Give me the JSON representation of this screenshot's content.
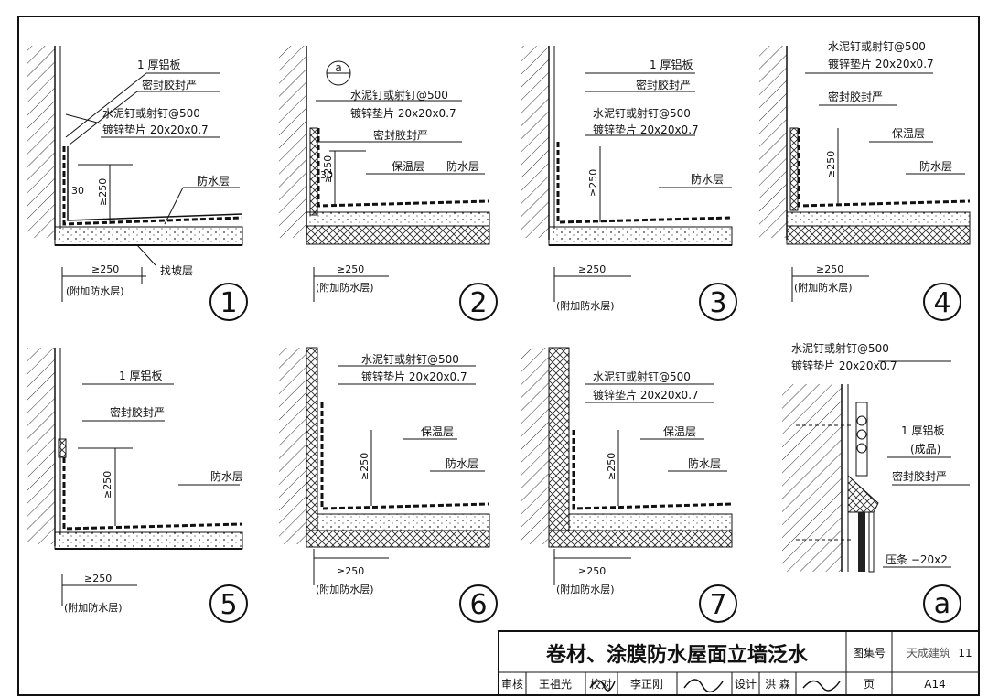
{
  "details": [
    {
      "number": "1",
      "labels": [
        "1 厚铝板",
        "密封胶封严",
        "水泥钉或射钉@500",
        "镀锌垫片 20x20x0.7",
        "防水层",
        "找坡层"
      ],
      "dims": {
        "vertical": "≥250",
        "corner": "30",
        "horizontal": "≥250",
        "horizontal_note": "(附加防水层)"
      }
    },
    {
      "number": "2",
      "labels": [
        "水泥钉或射钉@500",
        "镀锌垫片 20x20x0.7",
        "密封胶封严",
        "保温层",
        "防水层"
      ],
      "ref_mark": "a",
      "dims": {
        "vertical": "≥250",
        "corner": "30",
        "horizontal": "≥250",
        "horizontal_note": "(附加防水层)"
      }
    },
    {
      "number": "3",
      "labels": [
        "1 厚铝板",
        "密封胶封严",
        "水泥钉或射钉@500",
        "镀锌垫片 20x20x0.7",
        "防水层"
      ],
      "dims": {
        "vertical": "≥250",
        "horizontal": "≥250",
        "horizontal_note": "(附加防水层)"
      }
    },
    {
      "number": "4",
      "labels": [
        "水泥钉或射钉@500",
        "镀锌垫片 20x20x0.7",
        "密封胶封严",
        "保温层",
        "防水层"
      ],
      "dims": {
        "vertical": "≥250",
        "horizontal": "≥250",
        "horizontal_note": "(附加防水层)"
      }
    },
    {
      "number": "5",
      "labels": [
        "1 厚铝板",
        "密封胶封严",
        "防水层"
      ],
      "dims": {
        "vertical": "≥250",
        "horizontal": "≥250",
        "horizontal_note": "(附加防水层)"
      }
    },
    {
      "number": "6",
      "labels": [
        "水泥钉或射钉@500",
        "镀锌垫片 20x20x0.7",
        "保温层",
        "防水层"
      ],
      "dims": {
        "vertical": "≥250",
        "horizontal": "≥250",
        "horizontal_note": "(附加防水层)"
      }
    },
    {
      "number": "7",
      "labels": [
        "水泥钉或射钉@500",
        "镀锌垫片 20x20x0.7",
        "保温层",
        "防水层"
      ],
      "dims": {
        "vertical": "≥250",
        "horizontal": "≥250",
        "horizontal_note": "(附加防水层)"
      }
    },
    {
      "number": "a",
      "labels": [
        "水泥钉或射钉@500",
        "镀锌垫片 20x20x0.7",
        "1 厚铝板",
        "(成品)",
        "密封胶封严",
        "压条 −20x2"
      ]
    }
  ],
  "title_block": {
    "title": "卷材、涂膜防水屋面立墙泛水",
    "atlas_label": "图集号",
    "atlas_number": "11",
    "review_label": "审核",
    "reviewer": "王祖光",
    "check_label": "校对",
    "checker": "李正刚",
    "design_label": "设计",
    "designer": "洪  森",
    "page_label": "页",
    "page_number": "A14",
    "watermark": "天成建筑"
  }
}
